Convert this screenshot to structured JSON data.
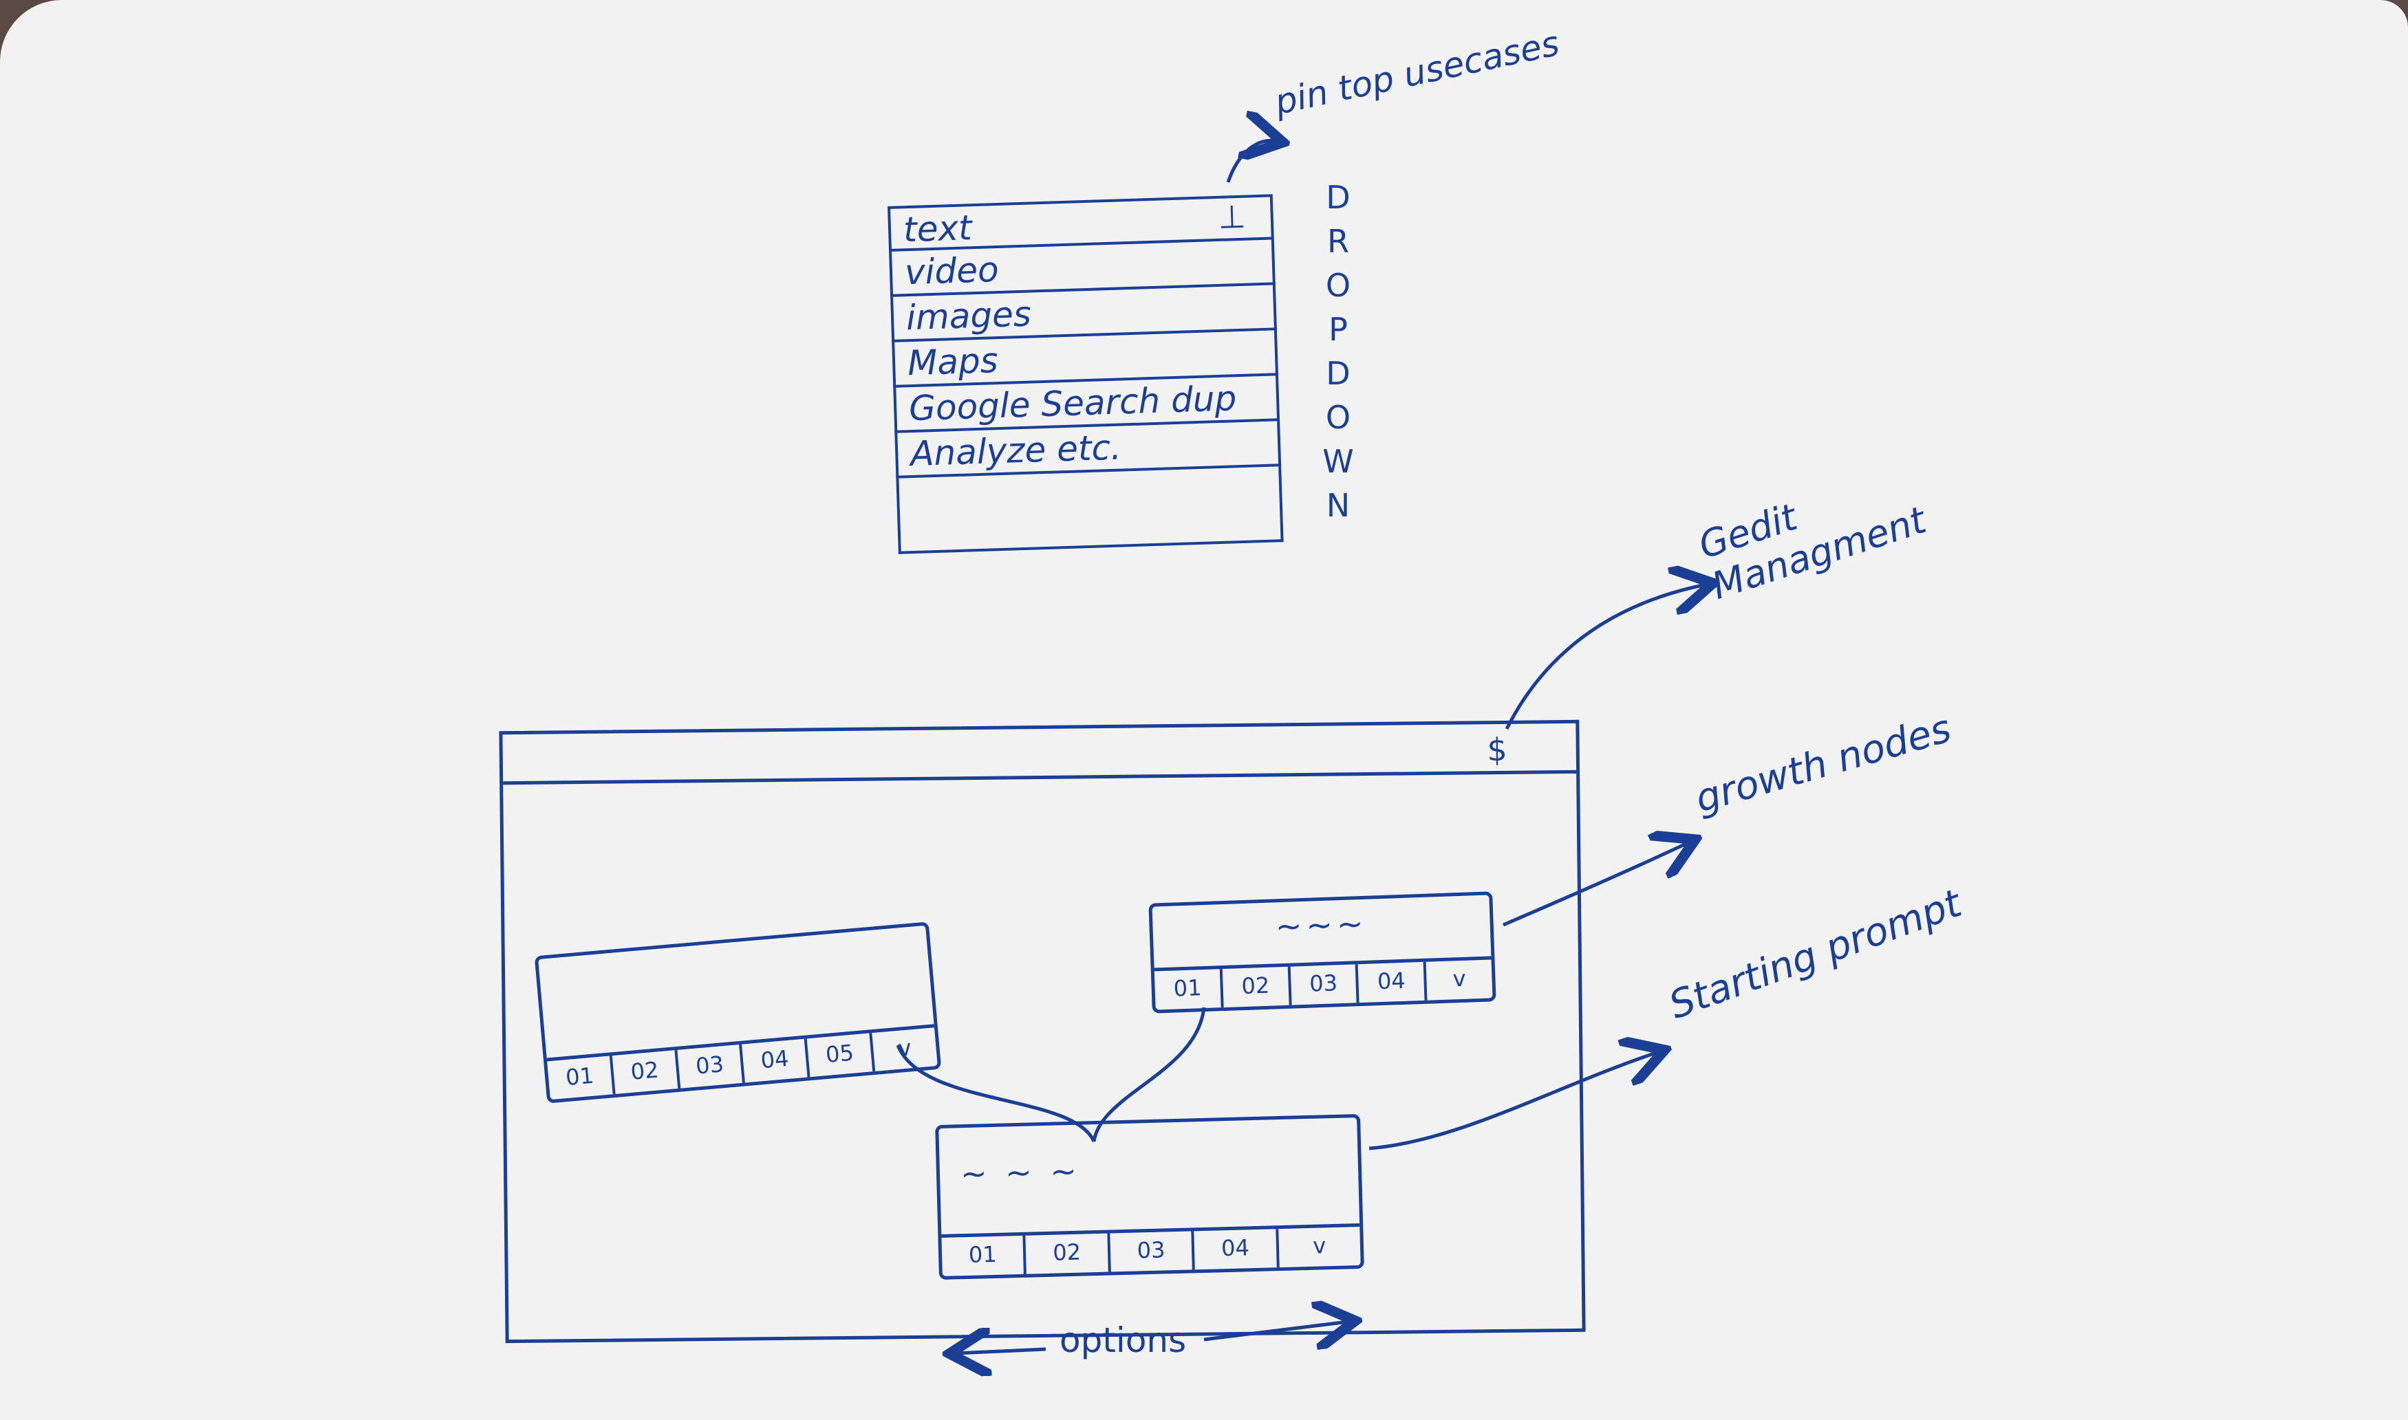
{
  "annotations": {
    "pin_top": "pin top usecases",
    "credit": "Gedit Managment",
    "growth": "growth nodes",
    "starting": "Starting prompt",
    "options": "options"
  },
  "dropdown": {
    "label_letters": [
      "D",
      "R",
      "O",
      "P",
      "D",
      "O",
      "W",
      "N"
    ],
    "pin_icon": "pin-icon",
    "items": [
      {
        "label": "text"
      },
      {
        "label": "video"
      },
      {
        "label": "images"
      },
      {
        "label": "Maps"
      },
      {
        "label": "Google Search dup"
      },
      {
        "label": "Analyze etc."
      }
    ]
  },
  "canvas": {
    "credit_symbol": "$",
    "nodes": {
      "left": {
        "text": "",
        "options": [
          "01",
          "02",
          "03",
          "04",
          "05",
          "v"
        ]
      },
      "right": {
        "text": "~~~",
        "options": [
          "01",
          "02",
          "03",
          "04",
          "v"
        ]
      },
      "bottom": {
        "text": "~ ~ ~",
        "options": [
          "01",
          "02",
          "03",
          "04",
          "v"
        ]
      }
    }
  },
  "colors": {
    "ink": "#1b3f94",
    "paper": "#f3f2f2",
    "background": "#5b4a44"
  }
}
